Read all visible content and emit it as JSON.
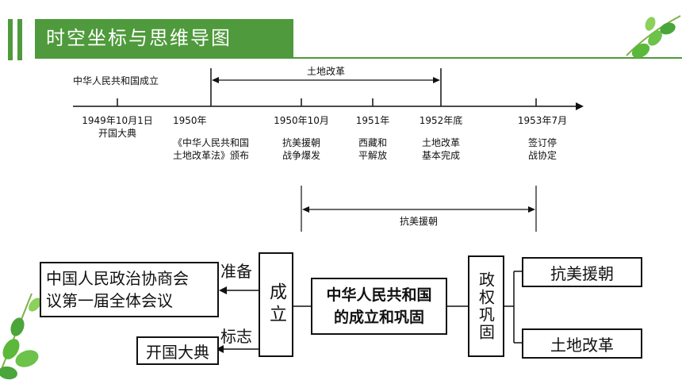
{
  "header": {
    "title": "时空坐标与思维导图"
  },
  "timeline": {
    "above_left": "中华人民共和国成立",
    "range_top": "土地改革",
    "range_bottom": "抗美援朝",
    "events": [
      {
        "date": "1949年10月1日",
        "desc1": "开国大典",
        "desc2": ""
      },
      {
        "date": "1950年",
        "desc1": "《中华人民共和国",
        "desc2": "土地改革法》颁布"
      },
      {
        "date": "1950年10月",
        "desc1": "抗美援朝",
        "desc2": "战争爆发"
      },
      {
        "date": "1951年",
        "desc1": "西藏和",
        "desc2": "平解放"
      },
      {
        "date": "1952年底",
        "desc1": "土地改革",
        "desc2": "基本完成"
      },
      {
        "date": "1953年7月",
        "desc1": "签订停",
        "desc2": "战协定"
      }
    ]
  },
  "mindmap": {
    "left_top_line1": "中国人民政治协商会",
    "left_top_line2": "议第一届全体会议",
    "left_bottom": "开国大典",
    "label_top": "准备",
    "label_bottom": "标志",
    "establish": "成立",
    "center_line1": "中华人民共和国",
    "center_line2": "的成立和巩固",
    "consolidate": "政权巩固",
    "right_top": "抗美援朝",
    "right_bottom": "土地改革"
  },
  "colors": {
    "accent_green": "#4f9a3c",
    "leaf_green": "#5cb83a"
  }
}
